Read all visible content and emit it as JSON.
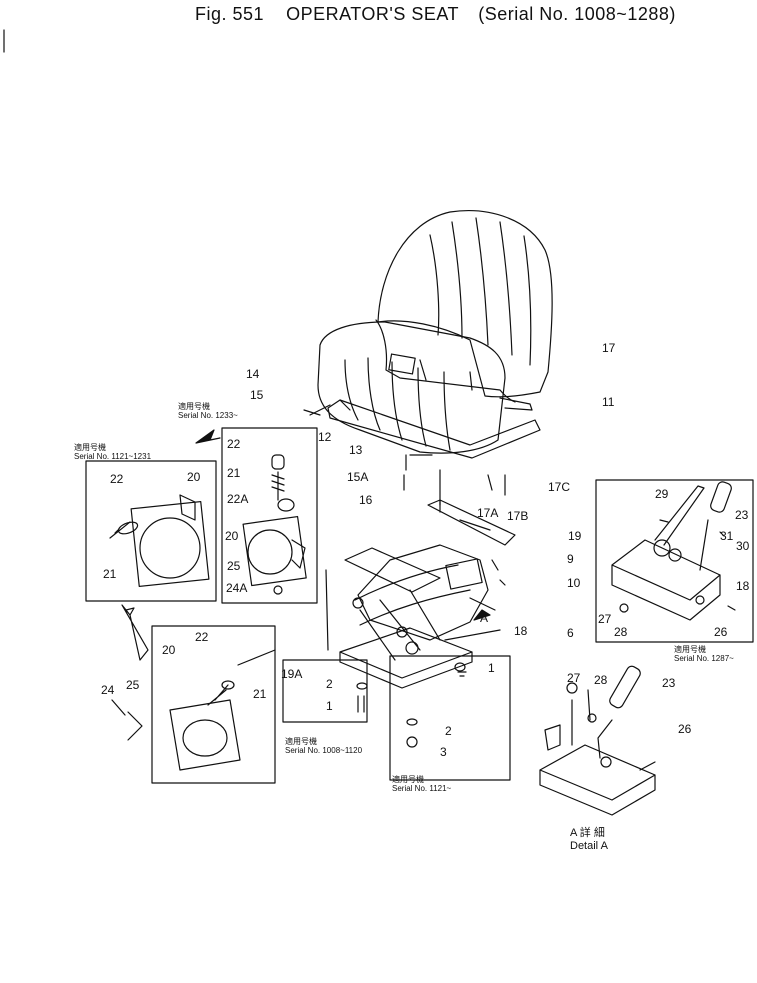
{
  "header": {
    "figure": "Fig. 551",
    "title": "OPERATOR'S SEAT",
    "serial": "(Serial No. 1008~1288)"
  },
  "serial_notes": {
    "from_1233": "Serial No. 1233~",
    "range_1121_1231": "Serial No. 1121~1231",
    "range_1008_1120": "Serial No. 1008~1120",
    "from_1121": "Serial No. 1121~",
    "from_1287": "Serial No. 1287~",
    "applicable_jp": "適用号機"
  },
  "detail": {
    "jp": "A 詳 細",
    "en": "Detail A",
    "arrow_label": "A"
  },
  "callouts": {
    "seat_belt": "17",
    "seat_assy": "11",
    "bolt_14": "14",
    "washer_15": "15",
    "bracket_12": "12",
    "part_13": "13",
    "washer_15a": "15A",
    "bolt_16": "16",
    "part_17a": "17A",
    "part_17b": "17B",
    "part_17c": "17C",
    "part_19": "19",
    "part_9": "9",
    "part_10": "10",
    "part_6": "6",
    "part_18": "18",
    "part_19a": "19A",
    "box1_22": "22",
    "box1_21": "21",
    "box1_22a": "22A",
    "box1_20": "20",
    "box1_25": "25",
    "box1_24a": "24A",
    "box2_22": "22",
    "box2_20": "20",
    "box2_21": "21",
    "box3_22": "22",
    "box3_20": "20",
    "box3_21": "21",
    "box3_24": "24",
    "box3_25": "25",
    "box4_2": "2",
    "box4_1": "1",
    "box5_1": "1",
    "box5_2": "2",
    "box5_3": "3",
    "det_29": "29",
    "det_23": "23",
    "det_31": "31",
    "det_30": "30",
    "det_18": "18",
    "det_27": "27",
    "det_28": "28",
    "det_26": "26",
    "da_27": "27",
    "da_28": "28",
    "da_23": "23",
    "da_26": "26"
  }
}
